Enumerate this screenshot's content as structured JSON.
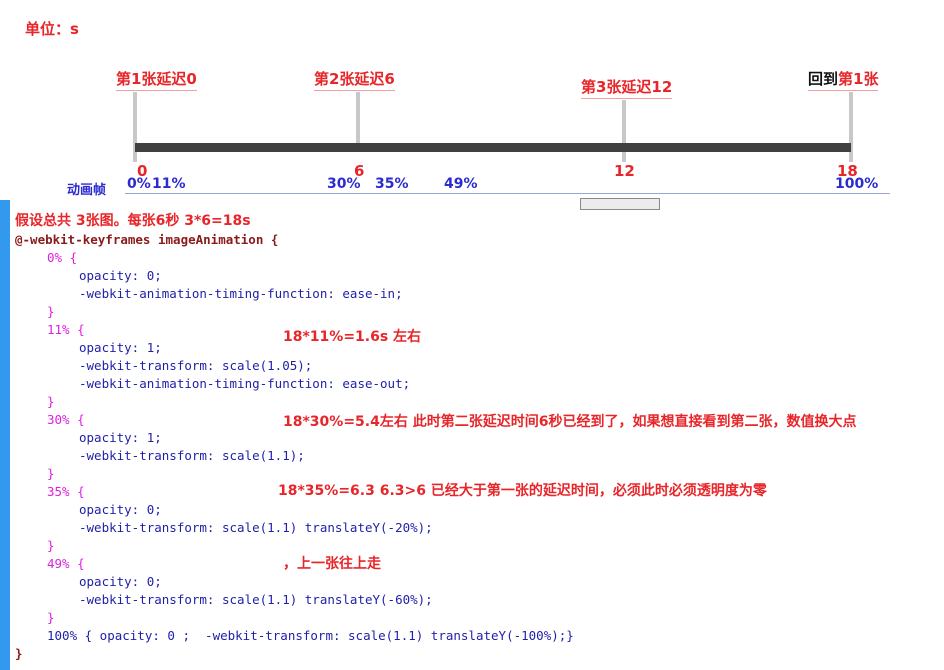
{
  "unit_label": "单位：s",
  "timeline": {
    "labels": {
      "img1": "第1张延迟0",
      "img2": "第2张延迟6",
      "img3": "第3张延迟12",
      "back_prefix": "回到",
      "back_suffix": "第1张"
    },
    "numbers": [
      "0",
      "6",
      "12",
      "18"
    ],
    "frame_label": "动画帧",
    "percents": [
      "0%",
      "11%",
      "30%",
      "35%",
      "49%",
      "100%"
    ]
  },
  "assumption": "假设总共 3张图。每张6秒  3*6=18s",
  "code": {
    "line_open_kw": "@-webkit-keyframes imageAnimation {",
    "l0_sel": "0% {",
    "l0_p1": "opacity: 0;",
    "l0_p2": "-webkit-animation-timing-function: ease-in;",
    "close": "}",
    "l11_sel": "11% {",
    "l11_p1": "opacity: 1;",
    "l11_p2": "-webkit-transform: scale(1.05);",
    "l11_p3": "-webkit-animation-timing-function: ease-out;",
    "l30_sel": "30% {",
    "l30_p1": "opacity: 1;",
    "l30_p2": "-webkit-transform: scale(1.1);",
    "l35_sel": "35% {",
    "l35_p1": "opacity: 0;",
    "l35_p2": "-webkit-transform: scale(1.1) translateY(-20%);",
    "l49_sel": "49% {",
    "l49_p1": "opacity: 0;",
    "l49_p2": "-webkit-transform: scale(1.1) translateY(-60%);",
    "l100": "100% { opacity: 0 ;  -webkit-transform: scale(1.1) translateY(-100%);}",
    "final_close": "}"
  },
  "notes": {
    "n11": "18*11%=1.6s 左右",
    "n30": "18*30%=5.4左右  此时第二张延迟时间6秒已经到了，如果想直接看到第二张，数值换大点",
    "n35": "18*35%=6.3      6.3>6  已经大于第一张的延迟时间，必须此时必须透明度为零",
    "n49": "，上一张往上走"
  }
}
